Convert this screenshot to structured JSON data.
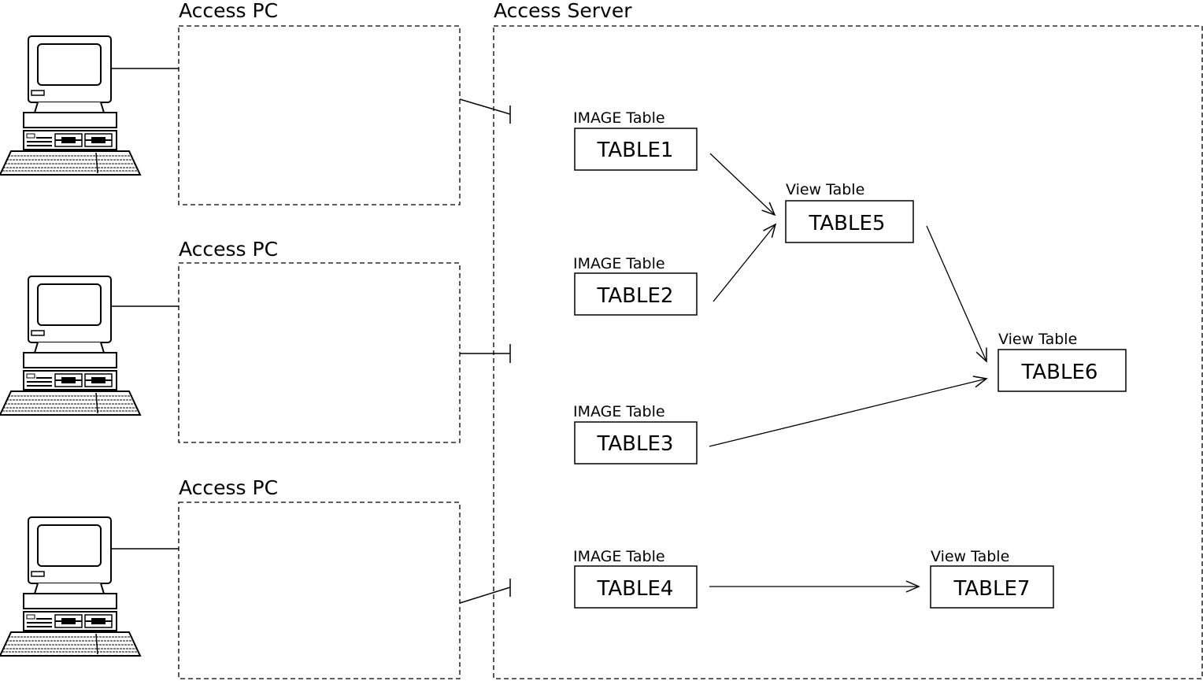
{
  "pcs": [
    {
      "label": "Access PC"
    },
    {
      "label": "Access PC"
    },
    {
      "label": "Access PC"
    }
  ],
  "server": {
    "label": "Access Server"
  },
  "tables": [
    {
      "id": "t1",
      "caption": "IMAGE Table",
      "name": "TABLE1"
    },
    {
      "id": "t2",
      "caption": "IMAGE Table",
      "name": "TABLE2"
    },
    {
      "id": "t3",
      "caption": "IMAGE Table",
      "name": "TABLE3"
    },
    {
      "id": "t4",
      "caption": "IMAGE Table",
      "name": "TABLE4"
    },
    {
      "id": "t5",
      "caption": "View Table",
      "name": "TABLE5"
    },
    {
      "id": "t6",
      "caption": "View Table",
      "name": "TABLE6"
    },
    {
      "id": "t7",
      "caption": "View Table",
      "name": "TABLE7"
    }
  ],
  "links": [
    {
      "from": "t1",
      "to": "t5"
    },
    {
      "from": "t2",
      "to": "t5"
    },
    {
      "from": "t5",
      "to": "t6"
    },
    {
      "from": "t3",
      "to": "t6"
    },
    {
      "from": "t4",
      "to": "t7"
    }
  ],
  "icons": {
    "computer": "desktop-computer-icon"
  }
}
